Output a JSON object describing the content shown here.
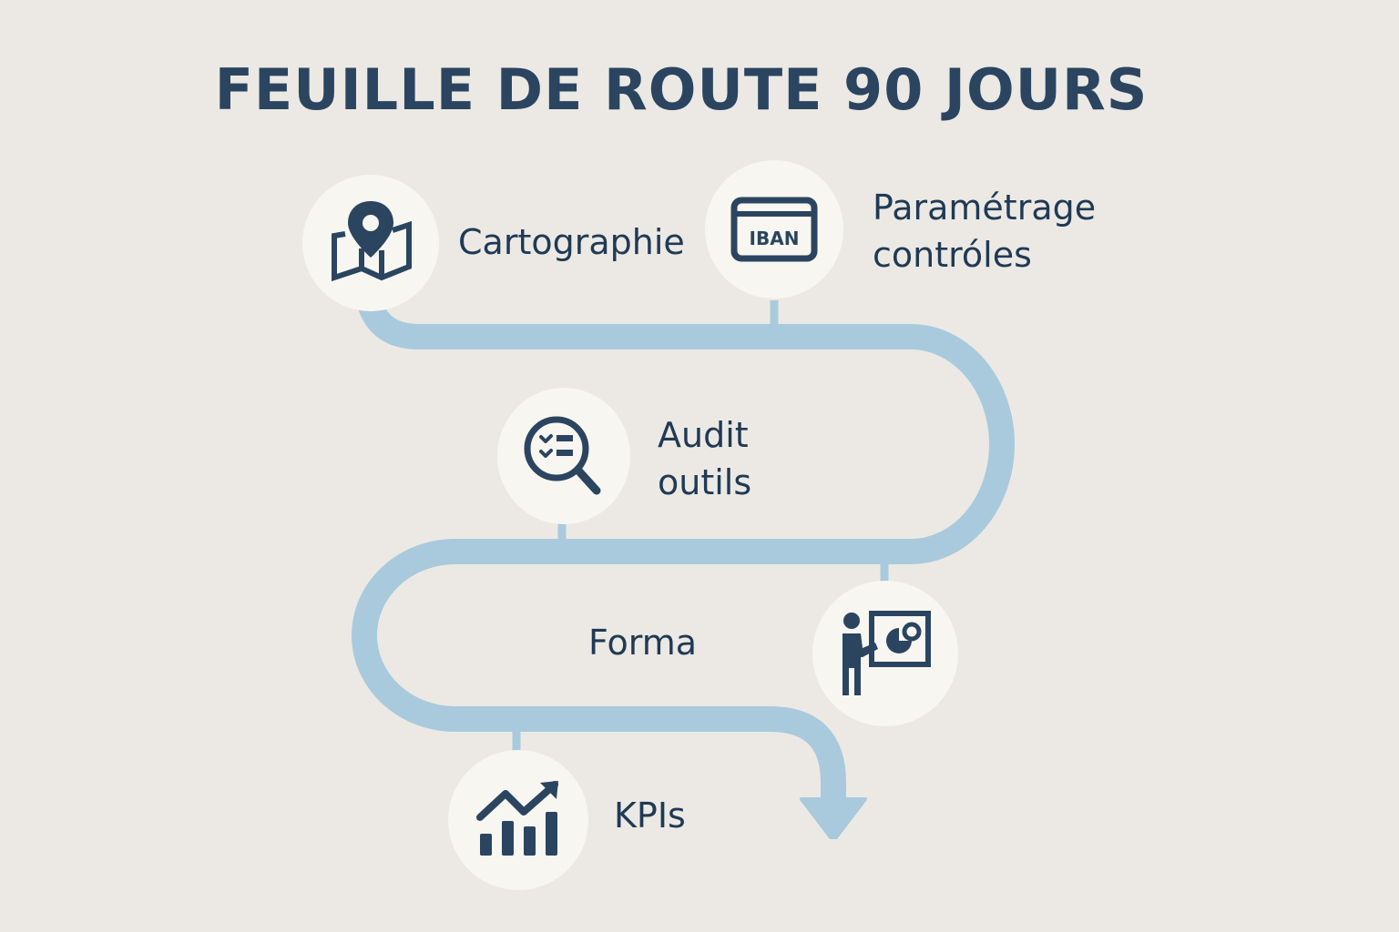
{
  "title": "FEUILLE DE ROUTE 90 JOURS",
  "colors": {
    "background": "#ece9e4",
    "text": "#1f3a55",
    "path": "#a9cadd",
    "node_fill": "#f8f6f1",
    "icon": "#2b4560"
  },
  "steps": [
    {
      "label": "Cartographie",
      "icon": "map-pin-icon"
    },
    {
      "label_line1": "Paramétrage",
      "label_line2": "contróles",
      "icon": "iban-card-icon",
      "icon_text": "IBAN"
    },
    {
      "label_line1": "Audit",
      "label_line2": "outils",
      "icon": "magnifier-checklist-icon"
    },
    {
      "label": "Forma",
      "icon": "presenter-board-icon"
    },
    {
      "label": "KPIs",
      "icon": "growth-chart-icon"
    }
  ]
}
